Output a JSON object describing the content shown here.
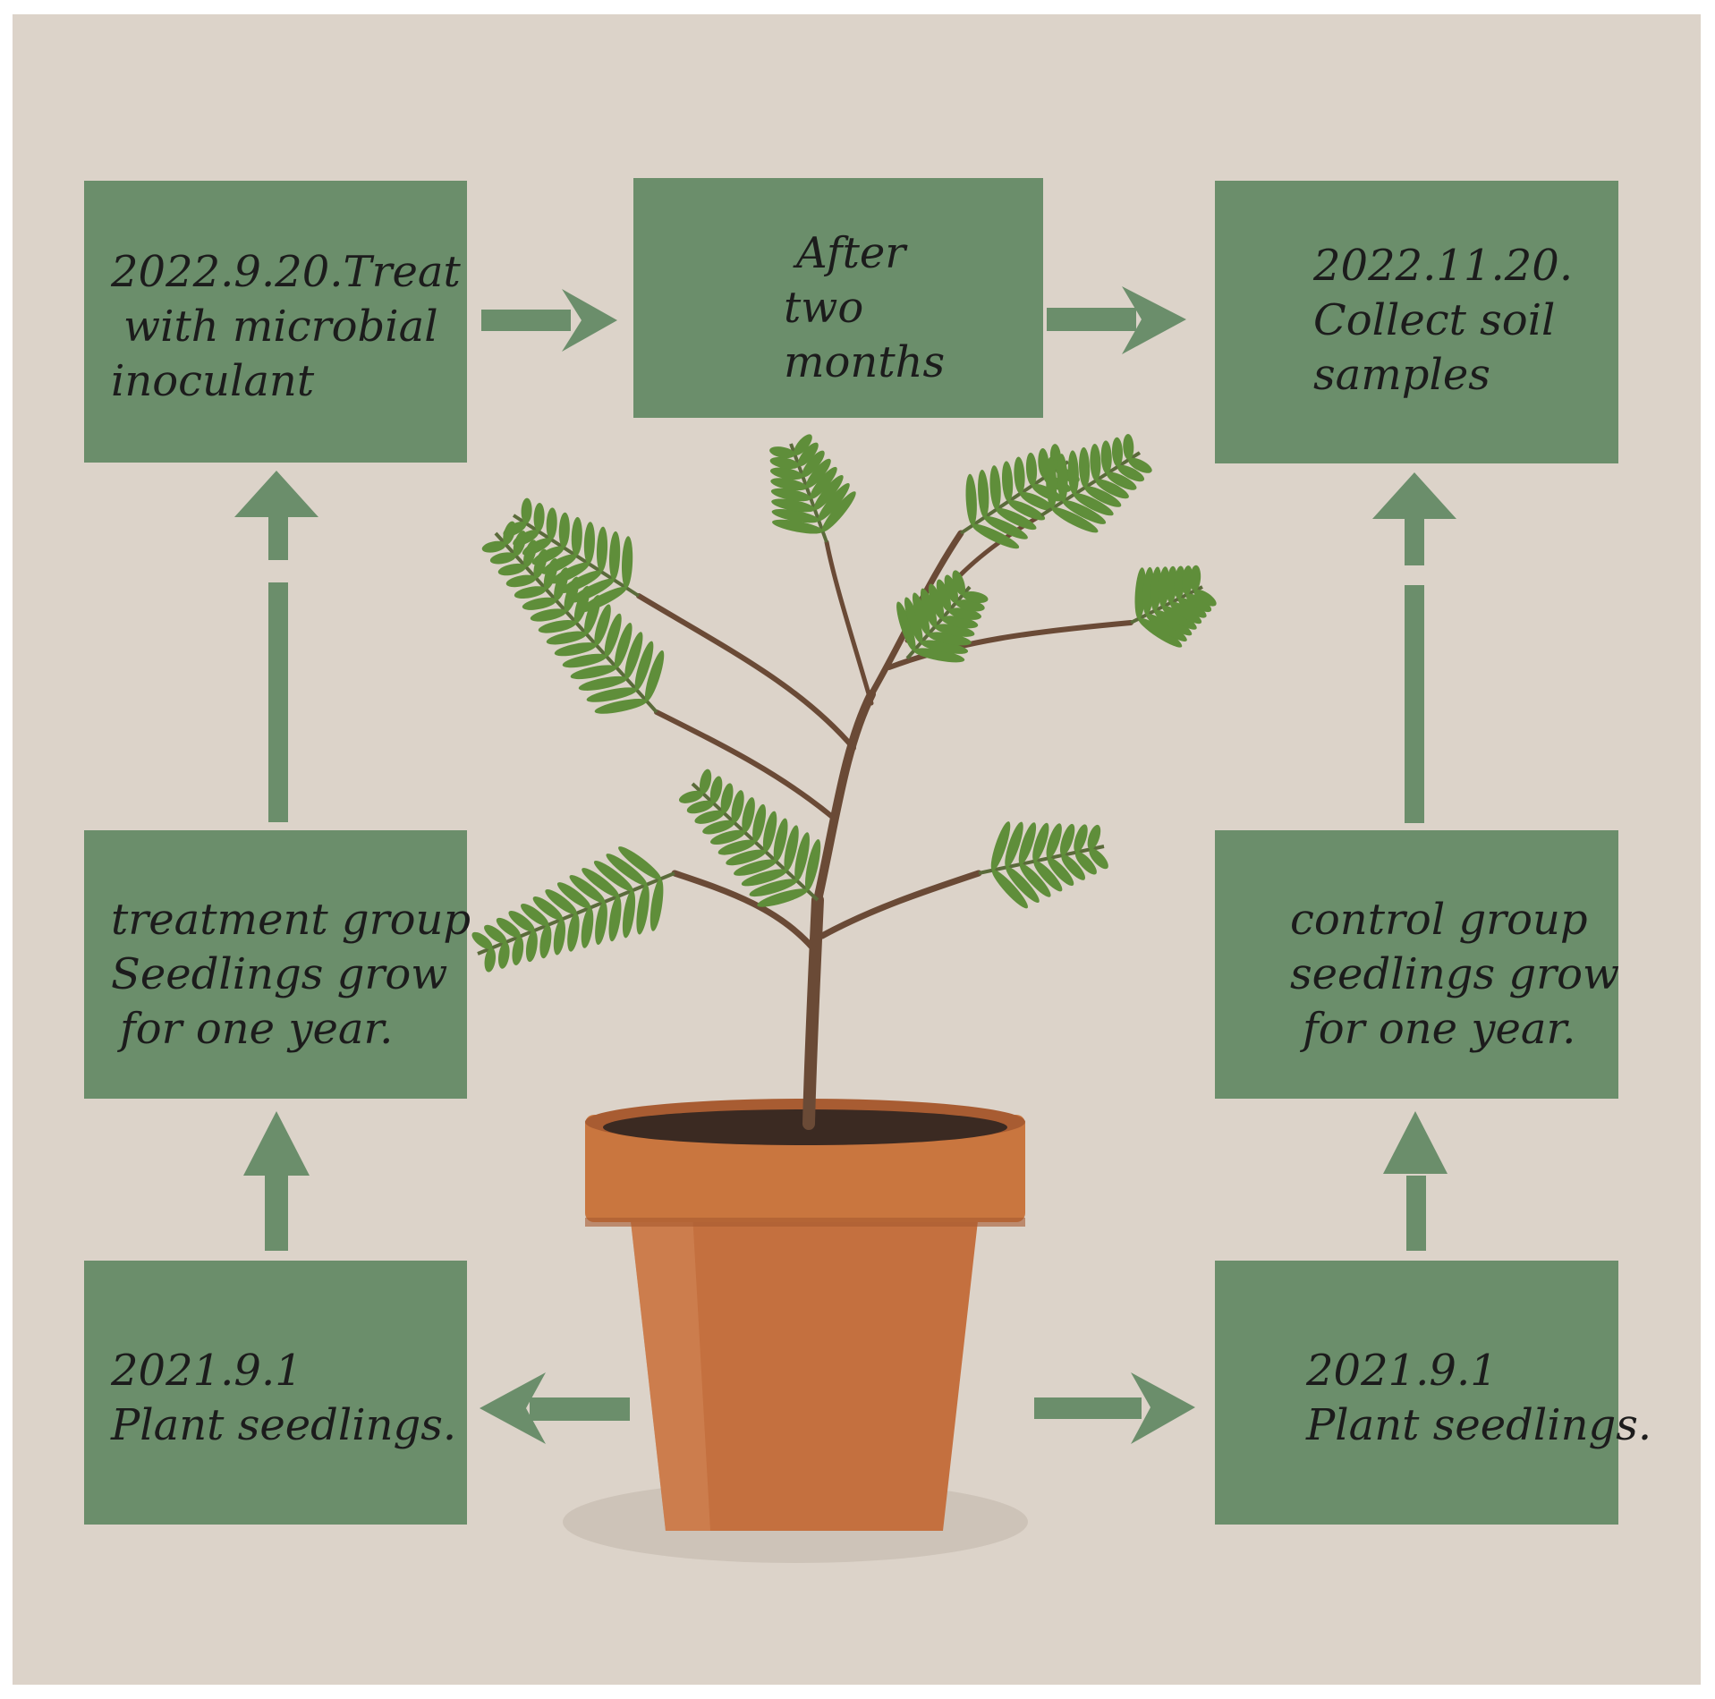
{
  "boxes": {
    "treat_inoculant": {
      "lines": [
        "2022.9.20.Treat",
        "with microbial",
        "inoculant"
      ]
    },
    "after_two_months": {
      "lines": [
        "After",
        "two",
        "months"
      ]
    },
    "collect_soil": {
      "lines": [
        "2022.11.20.",
        "Collect soil",
        "samples"
      ]
    },
    "treatment_group": {
      "lines": [
        "treatment group",
        "Seedlings grow",
        "for one year."
      ]
    },
    "control_group": {
      "lines": [
        "control group",
        "seedlings grow",
        "for one year."
      ]
    },
    "plant_left": {
      "lines": [
        "2021.9.1",
        "Plant seedlings."
      ]
    },
    "plant_right": {
      "lines": [
        "2021.9.1",
        "Plant seedlings."
      ]
    }
  },
  "colors": {
    "background": "#dcd3c9",
    "box": "#6b8e6b",
    "arrow": "#6b8e6b",
    "text": "#1c1c1c",
    "pot": "#c4703f",
    "leaf": "#5f8e3a",
    "stem": "#6a4a36"
  },
  "icons": [
    "plant-illustration",
    "flower-pot"
  ]
}
